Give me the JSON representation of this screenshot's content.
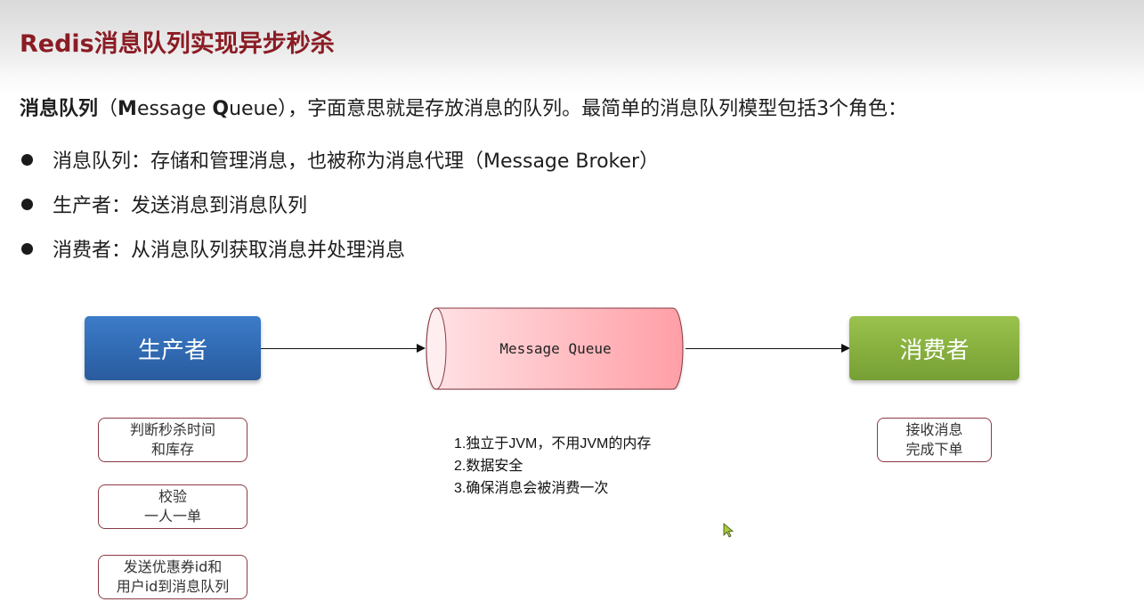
{
  "slide": {
    "title": "Redis消息队列实现异步秒杀",
    "intro": {
      "bold_term": "消息队列",
      "paren_open": "（",
      "english_M": "M",
      "english_essage": "essage ",
      "english_Q": "Q",
      "english_ueue": "ueue",
      "paren_close": "）",
      "rest": "，字面意思就是存放消息的队列。最简单的消息队列模型包括3个角色："
    },
    "bullets": [
      {
        "text": "消息队列：存储和管理消息，也被称为消息代理（Message Broker）"
      },
      {
        "text": "生产者：发送消息到消息队列"
      },
      {
        "text": "消费者：从消息队列获取消息并处理消息"
      }
    ]
  },
  "diagram": {
    "producer": {
      "label": "生产者",
      "color": "#2f68b0"
    },
    "queue": {
      "label": "Message Queue",
      "color": "#ff9fa6"
    },
    "consumer": {
      "label": "消费者",
      "color": "#85ad3d"
    },
    "producer_steps": [
      {
        "line1": "判断秒杀时间",
        "line2": "和库存"
      },
      {
        "line1": "校验",
        "line2": "一人一单"
      },
      {
        "line1": "发送优惠券id和",
        "line2": "用户id到消息队列"
      }
    ],
    "queue_notes": [
      "1.独立于JVM，不用JVM的内存",
      "2.数据安全",
      "3.确保消息会被消费一次"
    ],
    "consumer_steps": [
      {
        "line1": "接收消息",
        "line2": "完成下单"
      }
    ]
  },
  "cursor": {
    "icon": "mouse-pointer-icon",
    "color": "#a8cc3a"
  }
}
